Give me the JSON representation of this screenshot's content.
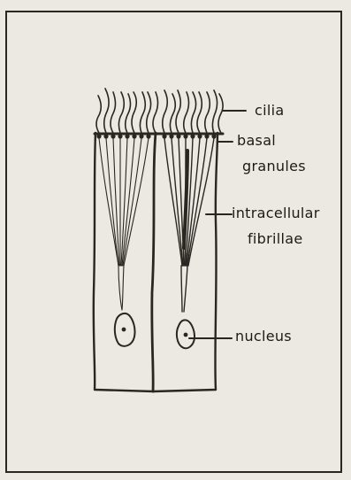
{
  "labels": {
    "cilia": "cilia",
    "basal_1": "basal",
    "basal_2": "granules",
    "fibrillae_1": "intracellular",
    "fibrillae_2": "fibrillae",
    "nucleus": "nucleus"
  }
}
